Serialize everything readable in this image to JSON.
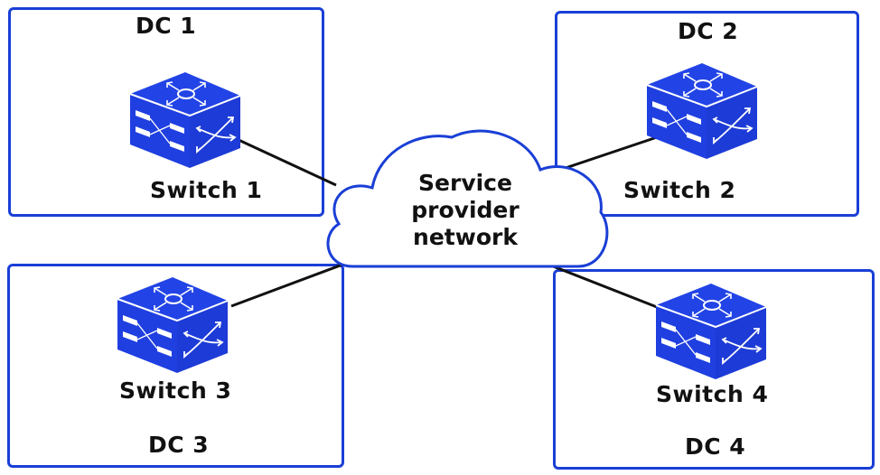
{
  "diagram": {
    "cloud": {
      "lines": [
        "Service",
        "provider",
        "network"
      ]
    },
    "datacenters": [
      {
        "label": "DC 1",
        "switch": "Switch 1"
      },
      {
        "label": "DC 2",
        "switch": "Switch 2"
      },
      {
        "label": "DC 3",
        "switch": "Switch 3"
      },
      {
        "label": "DC 4",
        "switch": "Switch 4"
      }
    ],
    "links": [
      {
        "from": "Switch 1",
        "to": "Service provider network"
      },
      {
        "from": "Switch 2",
        "to": "Service provider network"
      },
      {
        "from": "Switch 3",
        "to": "Service provider network"
      },
      {
        "from": "Switch 4",
        "to": "Service provider network"
      }
    ],
    "colors": {
      "box_border": "#1a3fd6",
      "switch_fill": "#1f3fe0",
      "cloud_border": "#1a3fd6",
      "link": "#111111"
    }
  }
}
